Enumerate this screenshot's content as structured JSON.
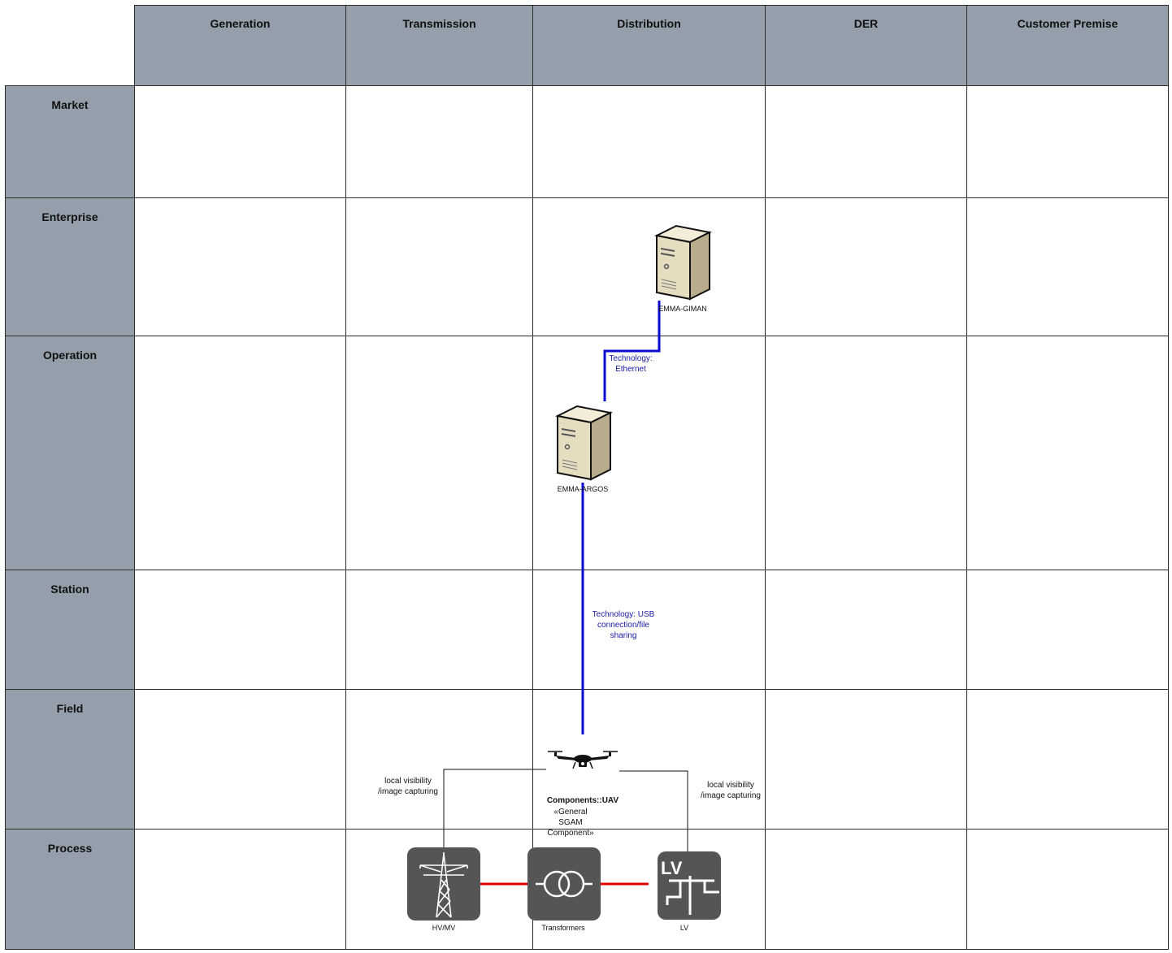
{
  "columns": [
    "Generation",
    "Transmission",
    "Distribution",
    "DER",
    "Customer Premise"
  ],
  "rows": [
    "Market",
    "Enterprise",
    "Operation",
    "Station",
    "Field",
    "Process"
  ],
  "components": {
    "emma_giman": "EMMA-GIMAN",
    "emma_argos": "EMMA-ARGOS",
    "uav_name": "Components::UAV",
    "uav_stereotype": "«General SGAM Component»",
    "hv_mv": "HV/MV",
    "transformers": "Transformers",
    "lv": "LV",
    "lv_icon_text": "LV"
  },
  "links": {
    "ethernet": "Technology: Ethernet",
    "usb": "Technology: USB connection/file sharing",
    "local_left": "local visibility /image capturing",
    "local_right": "local visibility /image capturing"
  },
  "colors": {
    "header_bg": "#959eab",
    "link_blue": "#0a0ad0",
    "power_red": "#e00000",
    "icon_dark": "#555555"
  }
}
